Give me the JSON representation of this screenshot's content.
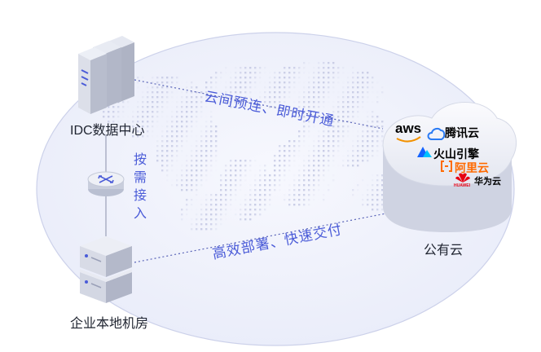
{
  "nodes": {
    "idc": {
      "label": "IDC数据中心"
    },
    "enterprise": {
      "label": "企业本地机房"
    },
    "cloud": {
      "label": "公有云"
    }
  },
  "links": {
    "top": {
      "label": "云间预连、即时开通"
    },
    "bottom": {
      "label": "高效部署、快速交付"
    },
    "vertical": {
      "label": "按需接入"
    }
  },
  "providers": [
    {
      "name": "aws",
      "color": "#1f2430"
    },
    {
      "name": "腾讯云",
      "color": "#1f2430"
    },
    {
      "name": "火山引擎",
      "color": "#1f2430"
    },
    {
      "name": "阿里云",
      "color": "#ff6a00"
    },
    {
      "name": "华为云",
      "color": "#1f2430"
    }
  ],
  "provider_sublabels": {
    "huawei": "HUAWEI"
  },
  "colors": {
    "accent": "#4a5bd8",
    "globe_fill": "#eef0fb",
    "dot": "#c9cde6",
    "aliyun": "#ff6a00",
    "huawei_red": "#e60012",
    "aws_orange": "#f29100",
    "tencent_blue": "#2a7bf4",
    "volc_blue": "#1463ff"
  }
}
